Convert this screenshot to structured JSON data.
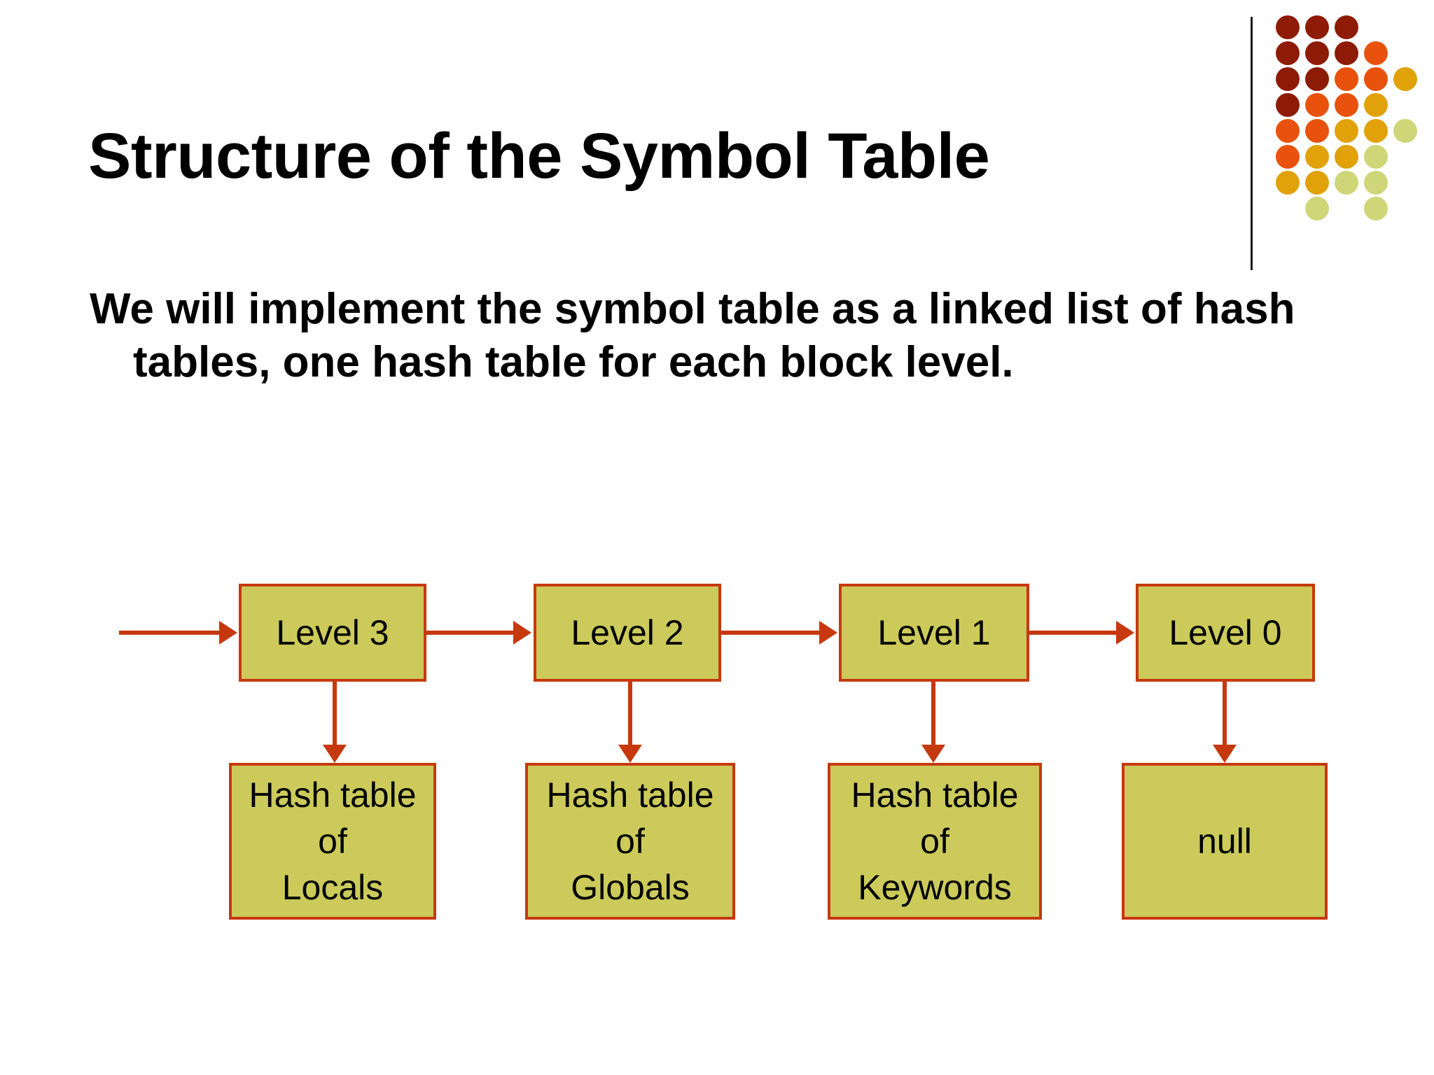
{
  "slide": {
    "title": "Structure of the Symbol Table",
    "body_lines": [
      "We will implement the symbol table as a linked list of hash tables, one hash table for each block level."
    ],
    "body_text": "We will implement the symbol table as a linked list of hash tables, one hash table for each block level."
  },
  "colors": {
    "box_fill": "#ccca5a",
    "box_border": "#c6390f",
    "connector": "#c6390f",
    "divider": "#1a1a1a",
    "text": "#000000",
    "background": "#ffffff",
    "logo_dark_red": "#8e1b06",
    "logo_red": "#d03a0a",
    "logo_orange": "#e8520c",
    "logo_gold": "#e0a208",
    "logo_yellow": "#dcb40c",
    "logo_lime": "#cfd678"
  },
  "diagram": {
    "levels": [
      {
        "id": "level-3",
        "label": "Level 3"
      },
      {
        "id": "level-2",
        "label": "Level 2"
      },
      {
        "id": "level-1",
        "label": "Level 1"
      },
      {
        "id": "level-0",
        "label": "Level 0"
      }
    ],
    "tables": [
      {
        "id": "hash-locals",
        "label": "Hash table\nof\nLocals"
      },
      {
        "id": "hash-globals",
        "label": "Hash table\nof\nGlobals"
      },
      {
        "id": "hash-keywords",
        "label": "Hash table\nof\nKeywords"
      },
      {
        "id": "null-node",
        "label": "null"
      }
    ]
  },
  "logo": {
    "name": "dot-matrix-logo",
    "rows": [
      [
        "dark_red",
        "dark_red",
        "dark_red",
        null,
        null
      ],
      [
        "dark_red",
        "dark_red",
        "dark_red",
        "orange",
        null
      ],
      [
        "dark_red",
        "dark_red",
        "orange",
        "orange",
        "gold"
      ],
      [
        "dark_red",
        "orange",
        "orange",
        "gold",
        null
      ],
      [
        "orange",
        "orange",
        "gold",
        "gold",
        "lime"
      ],
      [
        "orange",
        "gold",
        "gold",
        "lime",
        null
      ],
      [
        "gold",
        "gold",
        "lime",
        "lime",
        null
      ],
      [
        null,
        "lime",
        null,
        "lime",
        null
      ]
    ]
  }
}
